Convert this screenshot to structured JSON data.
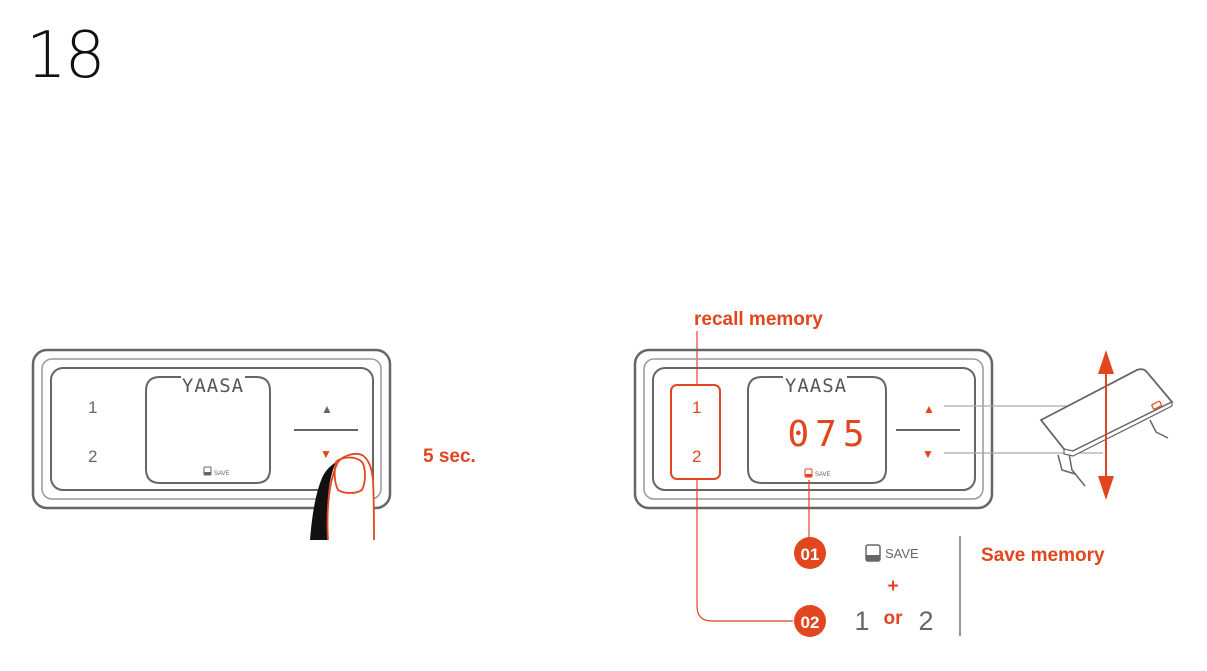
{
  "page_number": "18",
  "left_panel": {
    "brand": "YAASA",
    "memory_buttons": [
      "1",
      "2"
    ],
    "save_indicator": "SAVE",
    "up_arrow": "▲",
    "down_arrow": "▼",
    "hold_duration": "5 sec."
  },
  "right_panel": {
    "recall_label": "recall memory",
    "brand": "YAASA",
    "memory_buttons": [
      "1",
      "2"
    ],
    "display_value": "075",
    "save_indicator": "SAVE",
    "up_arrow": "▲",
    "down_arrow": "▼"
  },
  "steps": [
    {
      "number": "01",
      "text": "SAVE"
    },
    {
      "number": "02",
      "plus": "+",
      "option_a": "1",
      "connector": "or",
      "option_b": "2"
    }
  ],
  "save_memory_label": "Save memory",
  "colors": {
    "accent": "#e2461e",
    "outline": "#555555",
    "text_gray": "#666666"
  }
}
